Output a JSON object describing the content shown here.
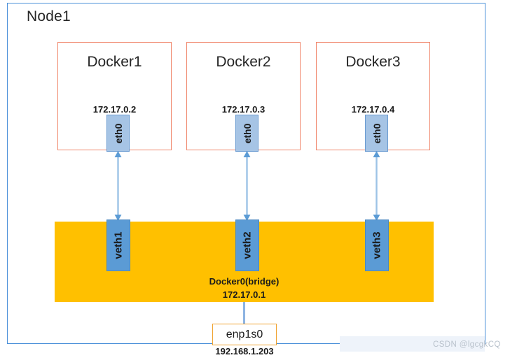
{
  "node": {
    "title": "Node1",
    "border_color": "#4a90d9"
  },
  "containers": [
    {
      "name": "Docker1",
      "ip": "172.17.0.2",
      "interface": "eth0",
      "border_color": "#f0856a",
      "iface_color": "#a6c4e5"
    },
    {
      "name": "Docker2",
      "ip": "172.17.0.3",
      "interface": "eth0",
      "border_color": "#f0856a",
      "iface_color": "#a6c4e5"
    },
    {
      "name": "Docker3",
      "ip": "172.17.0.4",
      "interface": "eth0",
      "border_color": "#f0856a",
      "iface_color": "#a6c4e5"
    }
  ],
  "bridge": {
    "name": "Docker0(bridge)",
    "ip": "172.17.0.1",
    "fill_color": "#ffc000",
    "veths": [
      {
        "name": "veth1",
        "color": "#5b9bd5"
      },
      {
        "name": "veth2",
        "color": "#5b9bd5"
      },
      {
        "name": "veth3",
        "color": "#5b9bd5"
      }
    ]
  },
  "physical_nic": {
    "name": "enp1s0",
    "ip": "192.168.1.203",
    "border_color": "#f0a22e"
  },
  "watermark": {
    "text": "CSDN @lgcgkCQ"
  }
}
